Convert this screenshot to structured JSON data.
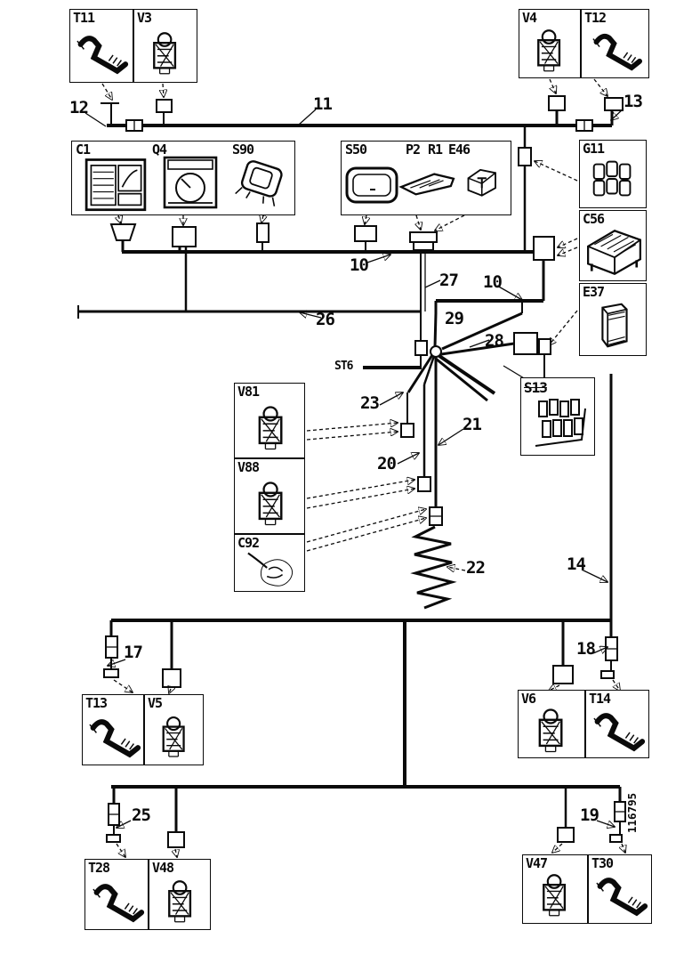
{
  "figure": {
    "part_number": "116795",
    "splice_label": "ST6"
  },
  "boxes": {
    "t11": "T11",
    "v3": "V3",
    "v4": "V4",
    "t12": "T12",
    "c1": "C1",
    "q4": "Q4",
    "s90": "S90",
    "s50": "S50",
    "p2": "P2",
    "r1": "R1",
    "e46": "E46",
    "g11": "G11",
    "c56": "C56",
    "e37": "E37",
    "v81": "V81",
    "v88": "V88",
    "c92": "C92",
    "s13": "S13",
    "t13": "T13",
    "v5": "V5",
    "v6": "V6",
    "t14": "T14",
    "t28": "T28",
    "v48": "V48",
    "v47": "V47",
    "t30": "T30"
  },
  "wires": {
    "w10a": "10",
    "w10b": "10",
    "w11": "11",
    "w12": "12",
    "w13": "13",
    "w14": "14",
    "w17": "17",
    "w18": "18",
    "w19": "19",
    "w20": "20",
    "w21": "21",
    "w22": "22",
    "w23": "23",
    "w25": "25",
    "w26": "26",
    "w27": "27",
    "w28": "28",
    "w29": "29"
  }
}
